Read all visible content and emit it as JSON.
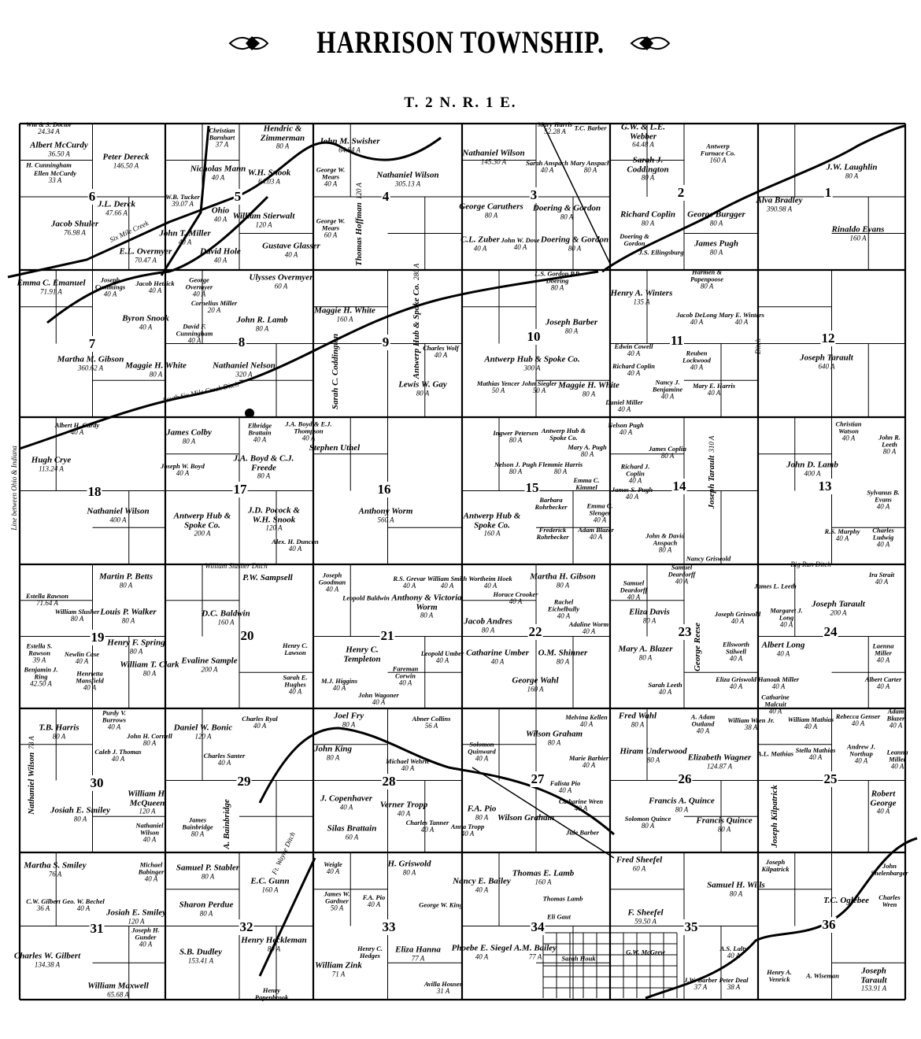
{
  "title": "HARRISON TOWNSHIP.",
  "subtitle": "T. 2 N. R. 1 E.",
  "sections": [
    "6",
    "5",
    "4",
    "3",
    "2",
    "1",
    "7",
    "8",
    "9",
    "10",
    "11",
    "12",
    "18",
    "17",
    "16",
    "15",
    "14",
    "13",
    "19",
    "20",
    "21",
    "22",
    "23",
    "24",
    "30",
    "29",
    "28",
    "27",
    "26",
    "25",
    "31",
    "32",
    "33",
    "34",
    "35",
    "36"
  ],
  "owners": [
    {
      "name": "Wm & S. Doctor",
      "acres": "24.34 A"
    },
    {
      "name": "Albert McCurdy",
      "acres": "36.50 A"
    },
    {
      "name": "H. Cunningham",
      "acres": ""
    },
    {
      "name": "Ellen McCurdy",
      "acres": "33 A"
    },
    {
      "name": "Peter Dereck",
      "acres": "146.50 A"
    },
    {
      "name": "J.L. Derck",
      "acres": "47.66 A"
    },
    {
      "name": "Jacob Shuler",
      "acres": "76.98 A"
    },
    {
      "name": "E.L. Overmyer",
      "acres": "70.47 A"
    },
    {
      "name": "Emma C. Emanuel",
      "acres": "71.91 A"
    },
    {
      "name": "Joseph Cummings",
      "acres": "40 A"
    },
    {
      "name": "Jacob Hetrick",
      "acres": "40 A"
    },
    {
      "name": "Byron Snook",
      "acres": "40 A"
    },
    {
      "name": "Martha M. Gibson",
      "acres": "360.62 A"
    },
    {
      "name": "Maggie H. White",
      "acres": "80 A"
    },
    {
      "name": "Hugh Crye",
      "acres": "113.24 A"
    },
    {
      "name": "Albert H. Curdy",
      "acres": "40 A"
    },
    {
      "name": "Nathaniel Wilson",
      "acres": "400 A"
    },
    {
      "name": "Christian Barnhart",
      "acres": "37 A"
    },
    {
      "name": "Hendric & Zimmerman",
      "acres": "80 A"
    },
    {
      "name": "Nicholas Mann",
      "acres": "40 A"
    },
    {
      "name": "W.H. Snook",
      "acres": "64.03 A"
    },
    {
      "name": "W.B. Tucker",
      "acres": "39.07 A"
    },
    {
      "name": "Ohio",
      "acres": "40 A"
    },
    {
      "name": "William Stierwalt",
      "acres": "120 A"
    },
    {
      "name": "John T. Miller",
      "acres": "40 A"
    },
    {
      "name": "David Hole",
      "acres": "40 A"
    },
    {
      "name": "Gustave Glasser",
      "acres": "40 A"
    },
    {
      "name": "George Overmyer",
      "acres": "40 A"
    },
    {
      "name": "Cornelius Miller",
      "acres": "20 A"
    },
    {
      "name": "Ulysses Overmyer",
      "acres": "60 A"
    },
    {
      "name": "David F. Cunningham",
      "acres": "40 A"
    },
    {
      "name": "John R. Lamb",
      "acres": "80 A"
    },
    {
      "name": "Nathaniel Nelson",
      "acres": "320 A"
    },
    {
      "name": "John M. Swisher",
      "acres": "64.84 A"
    },
    {
      "name": "George W. Mears",
      "acres": "40 A"
    },
    {
      "name": "Nathaniel Wilson",
      "acres": "305.13 A"
    },
    {
      "name": "George W. Mears",
      "acres": "60 A"
    },
    {
      "name": "Thomas Hoffman",
      "acres": "120 A"
    },
    {
      "name": "Maggie H. White",
      "acres": "160 A"
    },
    {
      "name": "Nathaniel Wilson",
      "acres": "145.30 A"
    },
    {
      "name": "Mary Harris",
      "acres": "52.28 A"
    },
    {
      "name": "T.C. Barber",
      "acres": ""
    },
    {
      "name": "Sarah Anspach",
      "acres": "40 A"
    },
    {
      "name": "Mary Anspach",
      "acres": "80 A"
    },
    {
      "name": "George Caruthers",
      "acres": "80 A"
    },
    {
      "name": "Doering & Gordon",
      "acres": "80 A"
    },
    {
      "name": "C.L. Zuber",
      "acres": "40 A"
    },
    {
      "name": "John W. Dove",
      "acres": "40 A"
    },
    {
      "name": "Doering & Gordon",
      "acres": "80 A"
    },
    {
      "name": "G.W. & L.E. Webber",
      "acres": "64.48 A"
    },
    {
      "name": "Sarah J. Coddington",
      "acres": "80 A"
    },
    {
      "name": "Antwerp Furnace Co.",
      "acres": "160 A"
    },
    {
      "name": "Richard Coplin",
      "acres": "80 A"
    },
    {
      "name": "George Burgger",
      "acres": "80 A"
    },
    {
      "name": "Doering & Gordon",
      "acres": ""
    },
    {
      "name": "J.S. Ellingsburg",
      "acres": ""
    },
    {
      "name": "James Pugh",
      "acres": "80 A"
    },
    {
      "name": "Alva Bradley",
      "acres": "390.98 A"
    },
    {
      "name": "J.W. Laughlin",
      "acres": "80 A"
    },
    {
      "name": "Rinaldo Evans",
      "acres": "160 A"
    },
    {
      "name": "L.S. Gordon P.P. Doering",
      "acres": "80 A"
    },
    {
      "name": "Joseph Barber",
      "acres": "80 A"
    },
    {
      "name": "Charles Wolf",
      "acres": "40 A"
    },
    {
      "name": "Antwerp Hub & Spoke Co.",
      "acres": "300 A"
    },
    {
      "name": "Lewis W. Gay",
      "acres": "80 A"
    },
    {
      "name": "Mathias Yencer",
      "acres": "50 A"
    },
    {
      "name": "John Siegler",
      "acres": "50 A"
    },
    {
      "name": "Maggie H. White",
      "acres": "80 A"
    },
    {
      "name": "Antwerp Hub & Spoke Co.",
      "acres": "280 A"
    },
    {
      "name": "Sarah C. Coddington",
      "acres": ""
    },
    {
      "name": "Harmen & Papenpoose",
      "acres": "80 A"
    },
    {
      "name": "Henry A. Winters",
      "acres": "135 A"
    },
    {
      "name": "Jacob DeLong",
      "acres": "40 A"
    },
    {
      "name": "Mary E. Winters",
      "acres": "40 A"
    },
    {
      "name": "Edwin Cowell",
      "acres": "40 A"
    },
    {
      "name": "Reuben Lockwood",
      "acres": "40 A"
    },
    {
      "name": "Richard Coplin",
      "acres": "40 A"
    },
    {
      "name": "Daniel Miller",
      "acres": "40 A"
    },
    {
      "name": "Nancy J. Benjamine",
      "acres": "40 A"
    },
    {
      "name": "Mary E. Harris",
      "acres": "40 A"
    },
    {
      "name": "Joseph Tarault",
      "acres": "640 A"
    },
    {
      "name": "James Colby",
      "acres": "80 A"
    },
    {
      "name": "Elbridge Brattain",
      "acres": "40 A"
    },
    {
      "name": "J.A. Boyd & E.J. Thompson",
      "acres": "40 A"
    },
    {
      "name": "Joseph W. Boyd",
      "acres": "40 A"
    },
    {
      "name": "J.A. Boyd & C.J. Freede",
      "acres": "80 A"
    },
    {
      "name": "Antwerp Hub & Spoke Co.",
      "acres": "200 A"
    },
    {
      "name": "J.D. Pocock & W.H. Snook",
      "acres": "120 A"
    },
    {
      "name": "Alex. H. Duncan",
      "acres": "40 A"
    },
    {
      "name": "Stephen Uthel",
      "acres": ""
    },
    {
      "name": "Anthony Worm",
      "acres": "560 A"
    },
    {
      "name": "Ingwer Petersen",
      "acres": "80 A"
    },
    {
      "name": "Antwerp Hub & Spoke Co.",
      "acres": ""
    },
    {
      "name": "Mary A. Pugh",
      "acres": "80 A"
    },
    {
      "name": "Nelson J. Pugh",
      "acres": "80 A"
    },
    {
      "name": "Flemmie Harris",
      "acres": "80 A"
    },
    {
      "name": "Emma C. Kimmel",
      "acres": ""
    },
    {
      "name": "Barbara Rohrbecker",
      "acres": ""
    },
    {
      "name": "Emma C. Slenger",
      "acres": "40 A"
    },
    {
      "name": "Antwerp Hub & Spoke Co.",
      "acres": "160 A"
    },
    {
      "name": "Frederick Rohrbecker",
      "acres": ""
    },
    {
      "name": "Adam Blazer",
      "acres": "40 A"
    },
    {
      "name": "Nelson Pugh",
      "acres": "40 A"
    },
    {
      "name": "James Coplin",
      "acres": "80 A"
    },
    {
      "name": "Richard J. Coplin",
      "acres": "40 A"
    },
    {
      "name": "James S. Pugh",
      "acres": "40 A"
    },
    {
      "name": "Joseph Tarault",
      "acres": "310 A"
    },
    {
      "name": "John & David Anspach",
      "acres": "80 A"
    },
    {
      "name": "Christian Watson",
      "acres": "40 A"
    },
    {
      "name": "John R. Leeth",
      "acres": "80 A"
    },
    {
      "name": "John D. Lamb",
      "acres": "400 A"
    },
    {
      "name": "Sylvanus B. Evans",
      "acres": "40 A"
    },
    {
      "name": "R.S. Murphy",
      "acres": "40 A"
    },
    {
      "name": "Charles Ludwig",
      "acres": "40 A"
    },
    {
      "name": "Estella Rawson",
      "acres": "71.64 A"
    },
    {
      "name": "William Slusher",
      "acres": "80 A"
    },
    {
      "name": "Martin P. Betts",
      "acres": "80 A"
    },
    {
      "name": "Louis P. Walker",
      "acres": "80 A"
    },
    {
      "name": "Estella S. Rawson",
      "acres": "39 A"
    },
    {
      "name": "Newlin Case",
      "acres": "40 A"
    },
    {
      "name": "Benjamin J. Ring",
      "acres": "42.50 A"
    },
    {
      "name": "Henrietta Mansfield",
      "acres": "40 A"
    },
    {
      "name": "Henry F. Spring",
      "acres": "80 A"
    },
    {
      "name": "William T. Clark",
      "acres": "80 A"
    },
    {
      "name": "P.W. Sampsell",
      "acres": ""
    },
    {
      "name": "D.C. Baldwin",
      "acres": "160 A"
    },
    {
      "name": "Evaline Sample",
      "acres": "200 A"
    },
    {
      "name": "Henry C. Lawson",
      "acres": ""
    },
    {
      "name": "Sarah E. Hughes",
      "acres": "40 A"
    },
    {
      "name": "Joseph Goodman",
      "acres": "40 A"
    },
    {
      "name": "R.S. Grevar",
      "acres": "40 A"
    },
    {
      "name": "William Smith",
      "acres": "40 A"
    },
    {
      "name": "Leopold Baldwin",
      "acres": ""
    },
    {
      "name": "Anthony & Victoria Worm",
      "acres": "80 A"
    },
    {
      "name": "Henry C. Templeton",
      "acres": ""
    },
    {
      "name": "Fareman Corwin",
      "acres": "40 A"
    },
    {
      "name": "Leopold Umber",
      "acres": "40 A"
    },
    {
      "name": "M.J. Higgins",
      "acres": "40 A"
    },
    {
      "name": "John Wagoner",
      "acres": "40 A"
    },
    {
      "name": "Wortheim Hoek",
      "acres": "40 A"
    },
    {
      "name": "Horace Crooker",
      "acres": "40 A"
    },
    {
      "name": "Martha H. Gibson",
      "acres": "80 A"
    },
    {
      "name": "Jacob Andres",
      "acres": "80 A"
    },
    {
      "name": "Rachel Eichelbully",
      "acres": "40 A"
    },
    {
      "name": "Adaline Worm",
      "acres": "40 A"
    },
    {
      "name": "Catharine Umber",
      "acres": "40 A"
    },
    {
      "name": "O.M. Shinner",
      "acres": "80 A"
    },
    {
      "name": "George Wahl",
      "acres": "160 A"
    },
    {
      "name": "Samuel Deardorff",
      "acres": "40 A"
    },
    {
      "name": "Samuel Deardorff",
      "acres": "40 A"
    },
    {
      "name": "Nancy Griswold",
      "acres": ""
    },
    {
      "name": "Eliza Davis",
      "acres": "80 A"
    },
    {
      "name": "Mary A. Blazer",
      "acres": "80 A"
    },
    {
      "name": "George Reese",
      "acres": ""
    },
    {
      "name": "Joseph Griswold",
      "acres": "40 A"
    },
    {
      "name": "Ellsworth Stilwell",
      "acres": "40 A"
    },
    {
      "name": "Eliza Griswold",
      "acres": "40 A"
    },
    {
      "name": "Sarah Leeth",
      "acres": "40 A"
    },
    {
      "name": "Ira Strait",
      "acres": "40 A"
    },
    {
      "name": "James L. Leeth",
      "acres": ""
    },
    {
      "name": "Joseph Tarault",
      "acres": "200 A"
    },
    {
      "name": "Margaret J. Long",
      "acres": "40 A"
    },
    {
      "name": "Albert Long",
      "acres": "40 A"
    },
    {
      "name": "Laenna Miller",
      "acres": "40 A"
    },
    {
      "name": "Hanoak Miller",
      "acres": "40 A"
    },
    {
      "name": "Albert Carter",
      "acres": "40 A"
    },
    {
      "name": "T.B. Harris",
      "acres": "80 A"
    },
    {
      "name": "Purdy V. Burrows",
      "acres": "40 A"
    },
    {
      "name": "John H. Cornell",
      "acres": "80 A"
    },
    {
      "name": "Caleb J. Thomas",
      "acres": "40 A"
    },
    {
      "name": "Nathaniel Wilson",
      "acres": "78 A"
    },
    {
      "name": "Josiah E. Smiley",
      "acres": "80 A"
    },
    {
      "name": "William H. McQueen",
      "acres": "120 A"
    },
    {
      "name": "Nathaniel Wilson",
      "acres": "40 A"
    },
    {
      "name": "Daniel W. Bonic",
      "acres": "120 A"
    },
    {
      "name": "Charles Ryal",
      "acres": "40 A"
    },
    {
      "name": "Charles Santer",
      "acres": "40 A"
    },
    {
      "name": "James Bainbridge",
      "acres": "80 A"
    },
    {
      "name": "A. Bainbridge",
      "acres": ""
    },
    {
      "name": "Joel Fry",
      "acres": "80 A"
    },
    {
      "name": "John King",
      "acres": "80 A"
    },
    {
      "name": "Abner Collins",
      "acres": "56 A"
    },
    {
      "name": "Michael Wehrle",
      "acres": "40 A"
    },
    {
      "name": "Verner Tropp",
      "acres": "40 A"
    },
    {
      "name": "J. Copenhaver",
      "acres": "40 A"
    },
    {
      "name": "Silas Brattain",
      "acres": "60 A"
    },
    {
      "name": "Solomon Quinward",
      "acres": "40 A"
    },
    {
      "name": "Wilson Graham",
      "acres": "80 A"
    },
    {
      "name": "Melvina Kellen",
      "acres": "40 A"
    },
    {
      "name": "Marie Barbier",
      "acres": "40 A"
    },
    {
      "name": "Falista Pio",
      "acres": "40 A"
    },
    {
      "name": "Catharine Wren",
      "acres": "40 A"
    },
    {
      "name": "Charles Tanner",
      "acres": "40 A"
    },
    {
      "name": "Anna Tropp",
      "acres": "40 A"
    },
    {
      "name": "F.A. Pio",
      "acres": "80 A"
    },
    {
      "name": "Wilson Graham",
      "acres": ""
    },
    {
      "name": "Jule Barber",
      "acres": ""
    },
    {
      "name": "Fred Wahl",
      "acres": "80 A"
    },
    {
      "name": "Hiram Underwood",
      "acres": "80 A"
    },
    {
      "name": "A. Adam Outland",
      "acres": "40 A"
    },
    {
      "name": "William Wren Jr.",
      "acres": "38 A"
    },
    {
      "name": "Elizabeth Wagner",
      "acres": "124.87 A"
    },
    {
      "name": "Solomon Quince",
      "acres": "80 A"
    },
    {
      "name": "Francis A. Quince",
      "acres": "80 A"
    },
    {
      "name": "Francis Quince",
      "acres": "80 A"
    },
    {
      "name": "Catharine Malcuit",
      "acres": "40 A"
    },
    {
      "name": "William Mathias",
      "acres": "40 A"
    },
    {
      "name": "Rebecca Genser",
      "acres": "40 A"
    },
    {
      "name": "Adam Blazer",
      "acres": "40 A"
    },
    {
      "name": "A.L. Mathias",
      "acres": ""
    },
    {
      "name": "Stella Mathias",
      "acres": "40 A"
    },
    {
      "name": "Andrew J. Northup",
      "acres": "40 A"
    },
    {
      "name": "Leanna Miller",
      "acres": "40 A"
    },
    {
      "name": "Joseph Kilpatrick",
      "acres": ""
    },
    {
      "name": "Robert George",
      "acres": "40 A"
    },
    {
      "name": "Martha S. Smiley",
      "acres": "76 A"
    },
    {
      "name": "C.W. Gilbert",
      "acres": "36 A"
    },
    {
      "name": "Geo. W. Bechel",
      "acres": "40 A"
    },
    {
      "name": "Michael Babinger",
      "acres": "40 A"
    },
    {
      "name": "Josiah E. Smiley",
      "acres": "120 A"
    },
    {
      "name": "Joseph H. Gunder",
      "acres": "40 A"
    },
    {
      "name": "Charles W. Gilbert",
      "acres": "134.38 A"
    },
    {
      "name": "William Maxwell",
      "acres": "65.68 A"
    },
    {
      "name": "Samuel P. Stabler",
      "acres": "80 A"
    },
    {
      "name": "E.C. Gunn",
      "acres": "160 A"
    },
    {
      "name": "Sharon Perdue",
      "acres": "80 A"
    },
    {
      "name": "S.B. Dudley",
      "acres": "153.41 A"
    },
    {
      "name": "Henry Heckleman",
      "acres": "80 A"
    },
    {
      "name": "Henry Papenbrook",
      "acres": ""
    },
    {
      "name": "Weigle",
      "acres": "40 A"
    },
    {
      "name": "H. Griswold",
      "acres": "80 A"
    },
    {
      "name": "James W. Gardner",
      "acres": "50 A"
    },
    {
      "name": "F.A. Pio",
      "acres": "40 A"
    },
    {
      "name": "George W. King",
      "acres": ""
    },
    {
      "name": "Henry C. Hedges",
      "acres": ""
    },
    {
      "name": "William Zink",
      "acres": "71 A"
    },
    {
      "name": "Eliza Hanna",
      "acres": "77 A"
    },
    {
      "name": "Avilla Houser",
      "acres": "31 A"
    },
    {
      "name": "Nancy E. Bailey",
      "acres": "40 A"
    },
    {
      "name": "Thomas E. Lamb",
      "acres": "160 A"
    },
    {
      "name": "Thomas Lamb",
      "acres": ""
    },
    {
      "name": "Eli Gaut",
      "acres": ""
    },
    {
      "name": "Phoebe E. Siegel",
      "acres": "40 A"
    },
    {
      "name": "A.M. Bailey",
      "acres": "77 A"
    },
    {
      "name": "Sarah Houk",
      "acres": ""
    },
    {
      "name": "Fred Sheefel",
      "acres": "60 A"
    },
    {
      "name": "F. Sheefel",
      "acres": "59.50 A"
    },
    {
      "name": "G.W. McGrew",
      "acres": ""
    },
    {
      "name": "J.W. Barber",
      "acres": "37 A"
    },
    {
      "name": "Peter Deal",
      "acres": "38 A"
    },
    {
      "name": "A.S. Lalty",
      "acres": "40 A"
    },
    {
      "name": "Samuel H. Wills",
      "acres": "80 A"
    },
    {
      "name": "Joseph Kilpatrick",
      "acres": ""
    },
    {
      "name": "T.C. Oglebee",
      "acres": ""
    },
    {
      "name": "John Shelenbarger",
      "acres": ""
    },
    {
      "name": "Charles Wren",
      "acres": ""
    },
    {
      "name": "Henry A. Venrick",
      "acres": ""
    },
    {
      "name": "A. Wiseman",
      "acres": ""
    },
    {
      "name": "Joseph Tarault",
      "acres": "153.91 A"
    }
  ],
  "features": [
    {
      "label": "South Six Mile Creek Ditch"
    },
    {
      "label": "William Slusher Ditch"
    },
    {
      "label": "Big Run Ditch"
    },
    {
      "label": "Line between Ohio & Indiana"
    },
    {
      "label": "Six Mile Creek"
    },
    {
      "label": "Ditch"
    },
    {
      "label": "Ft. Wayne Ditch"
    }
  ]
}
